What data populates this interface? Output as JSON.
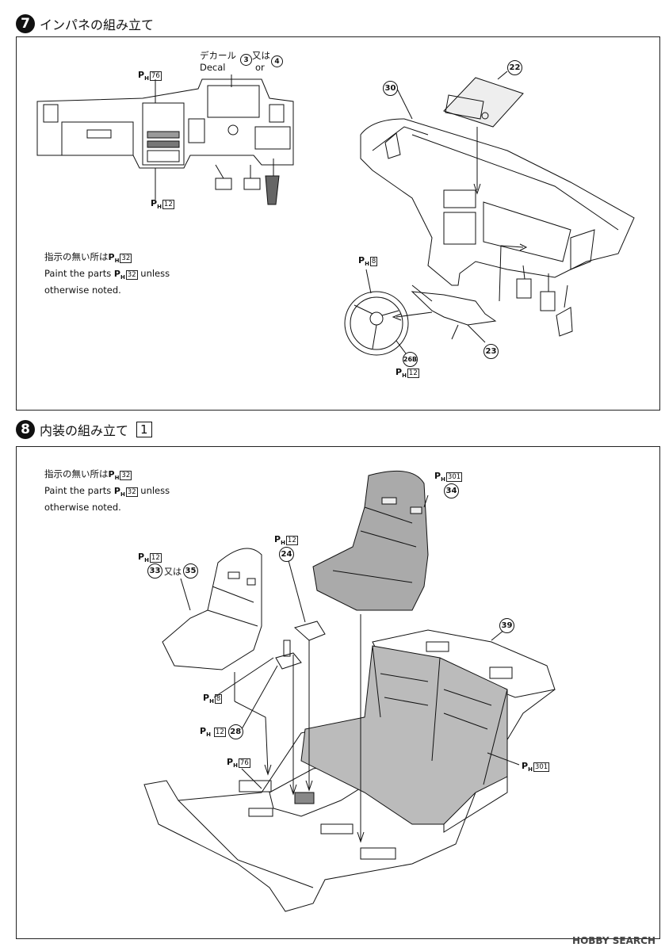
{
  "step7": {
    "number": "7",
    "title": "インパネの組み立て",
    "decal_jp": "デカール",
    "decal_en": "Decal",
    "decal_num_a": "3",
    "decal_or_jp": "又は",
    "decal_or_en": "or",
    "decal_num_b": "4",
    "note_jp": "指示の無い所は",
    "note_en_1": "Paint the parts",
    "note_en_2": "unless",
    "note_en_3": "otherwise noted.",
    "note_color": "32",
    "ph76": "76",
    "ph12a": "12",
    "ph8": "8",
    "ph12b": "12",
    "part22": "22",
    "part30": "30",
    "part23": "23",
    "part26b": "26B"
  },
  "step8": {
    "number": "8",
    "title": "内装の組み立て",
    "sub_number": "1",
    "note_jp": "指示の無い所は",
    "note_en_1": "Paint the parts",
    "note_en_2": "unless",
    "note_en_3": "otherwise noted.",
    "note_color": "32",
    "ph301a": "301",
    "part34": "34",
    "ph12_24": "12",
    "part24": "24",
    "ph12_33": "12",
    "part33": "33",
    "or_jp": "又は",
    "part35": "35",
    "part39": "39",
    "ph8": "8",
    "ph12_28": "12",
    "part28": "28",
    "ph76": "76",
    "ph301b": "301"
  },
  "ph_prefix": "P",
  "ph_sub": "H",
  "watermark": "HOBBY SEARCH"
}
